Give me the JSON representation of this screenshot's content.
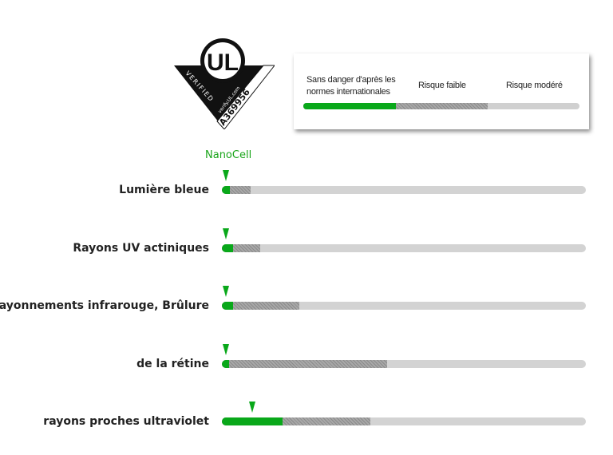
{
  "logo": {
    "brand": "UL",
    "text_left": "VERIFIED",
    "text_right": "verify.UL.com",
    "code": "A369956"
  },
  "legend": {
    "items": [
      {
        "label_line1": "Sans danger d'après les",
        "label_line2": "normes internationales"
      },
      {
        "label": "Risque faible"
      },
      {
        "label": "Risque modéré"
      }
    ],
    "scale": {
      "safe_end": 0.335,
      "low_risk_end": 0.667
    },
    "colors": {
      "safe": "#09a81a",
      "low_risk": "#9a9a9a",
      "moderate": "#d0d0d0"
    }
  },
  "product_label": "NanoCell",
  "rows": [
    {
      "label": "Lumière bleue",
      "safe": 0.022,
      "low_risk": 0.079,
      "marker": 0.011
    },
    {
      "label": "Rayons UV actiniques",
      "safe": 0.031,
      "low_risk": 0.105,
      "marker": 0.011
    },
    {
      "label": "Rayonnements infrarouge, Brûlure",
      "safe": 0.031,
      "low_risk": 0.213,
      "marker": 0.011
    },
    {
      "label": "de la rétine",
      "safe": 0.02,
      "low_risk": 0.454,
      "marker": 0.011
    },
    {
      "label": "rayons proches ultraviolet",
      "safe": 0.167,
      "low_risk": 0.408,
      "marker": 0.083
    }
  ]
}
